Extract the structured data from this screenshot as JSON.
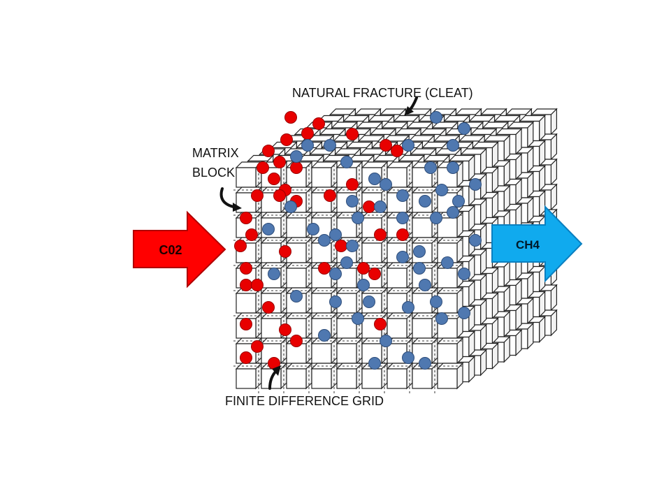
{
  "labels": {
    "natural_fracture": "NATURAL FRACTURE (CLEAT)",
    "matrix_block_line1": "MATRIX",
    "matrix_block_line2": "BLOCK",
    "finite_difference_grid": "FINITE DIFFERENCE GRID"
  },
  "arrows": {
    "inlet": {
      "label": "C02",
      "color": "#ff0000"
    },
    "outlet": {
      "label": "CH4",
      "color": "#10aaee"
    }
  },
  "molecules": {
    "co2_color": "#e80000",
    "ch4_color": "#4f78b0"
  }
}
